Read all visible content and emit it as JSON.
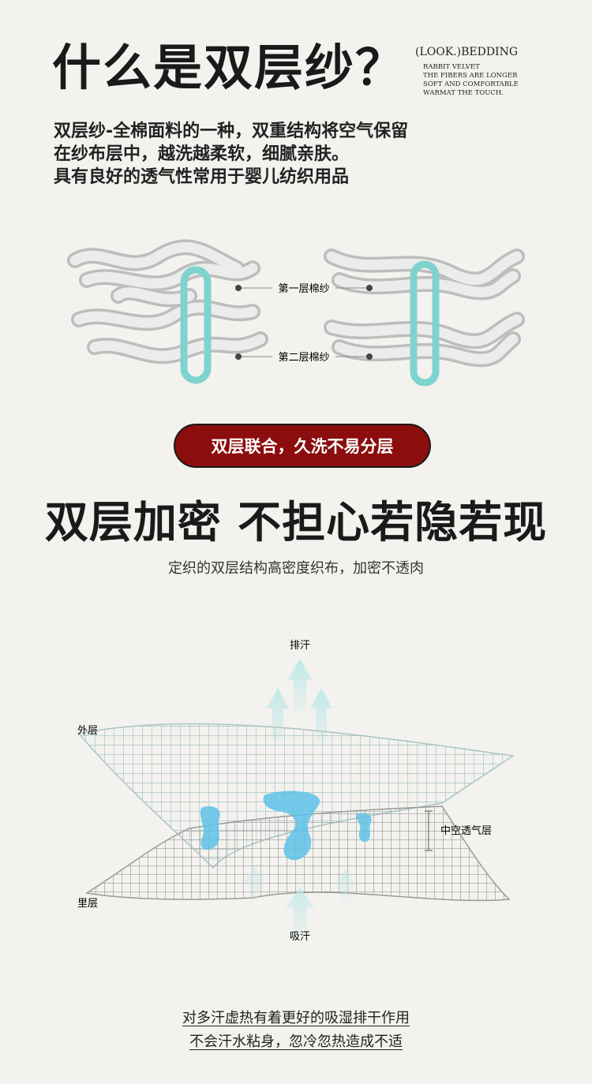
{
  "header": {
    "title": "什么是双层纱？",
    "brand": {
      "name": "(LOOK.)BEDDING",
      "lines": [
        "RABBIT VELVET",
        "THE FIBERS ARE LONGER",
        "SOFT AND COMFORTABLE",
        "WARMAT THE TOUCH."
      ]
    }
  },
  "intro": {
    "lines": [
      "双层纱-全棉面料的一种，双重结构将空气保留",
      "在纱布层中，越洗越柔软，细腻亲肤。",
      "具有良好的透气性常用于婴儿纺织用品"
    ]
  },
  "yarn_diagram": {
    "labels": [
      "第一层棉纱",
      "第二层棉纱"
    ]
  },
  "badge": {
    "text": "双层联合，久洗不易分层"
  },
  "section2": {
    "title": "双层加密 不担心若隐若现",
    "subtitle": "定织的双层结构高密度织布，加密不透肉"
  },
  "mesh_diagram": {
    "top_label": "排汗",
    "outer_label": "外层",
    "middle_label": "中空透气层",
    "inner_label": "里层",
    "bottom_label": "吸汗"
  },
  "footer": {
    "lines": [
      "对多汗虚热有着更好的吸湿排干作用",
      "不会汗水粘身，忽冷忽热造成不适"
    ]
  },
  "colors": {
    "badge_bg": "#8b0d0d",
    "teal": "#7fd3cf",
    "water": "#5fc2e8",
    "mesh": "#a9c4c4"
  }
}
